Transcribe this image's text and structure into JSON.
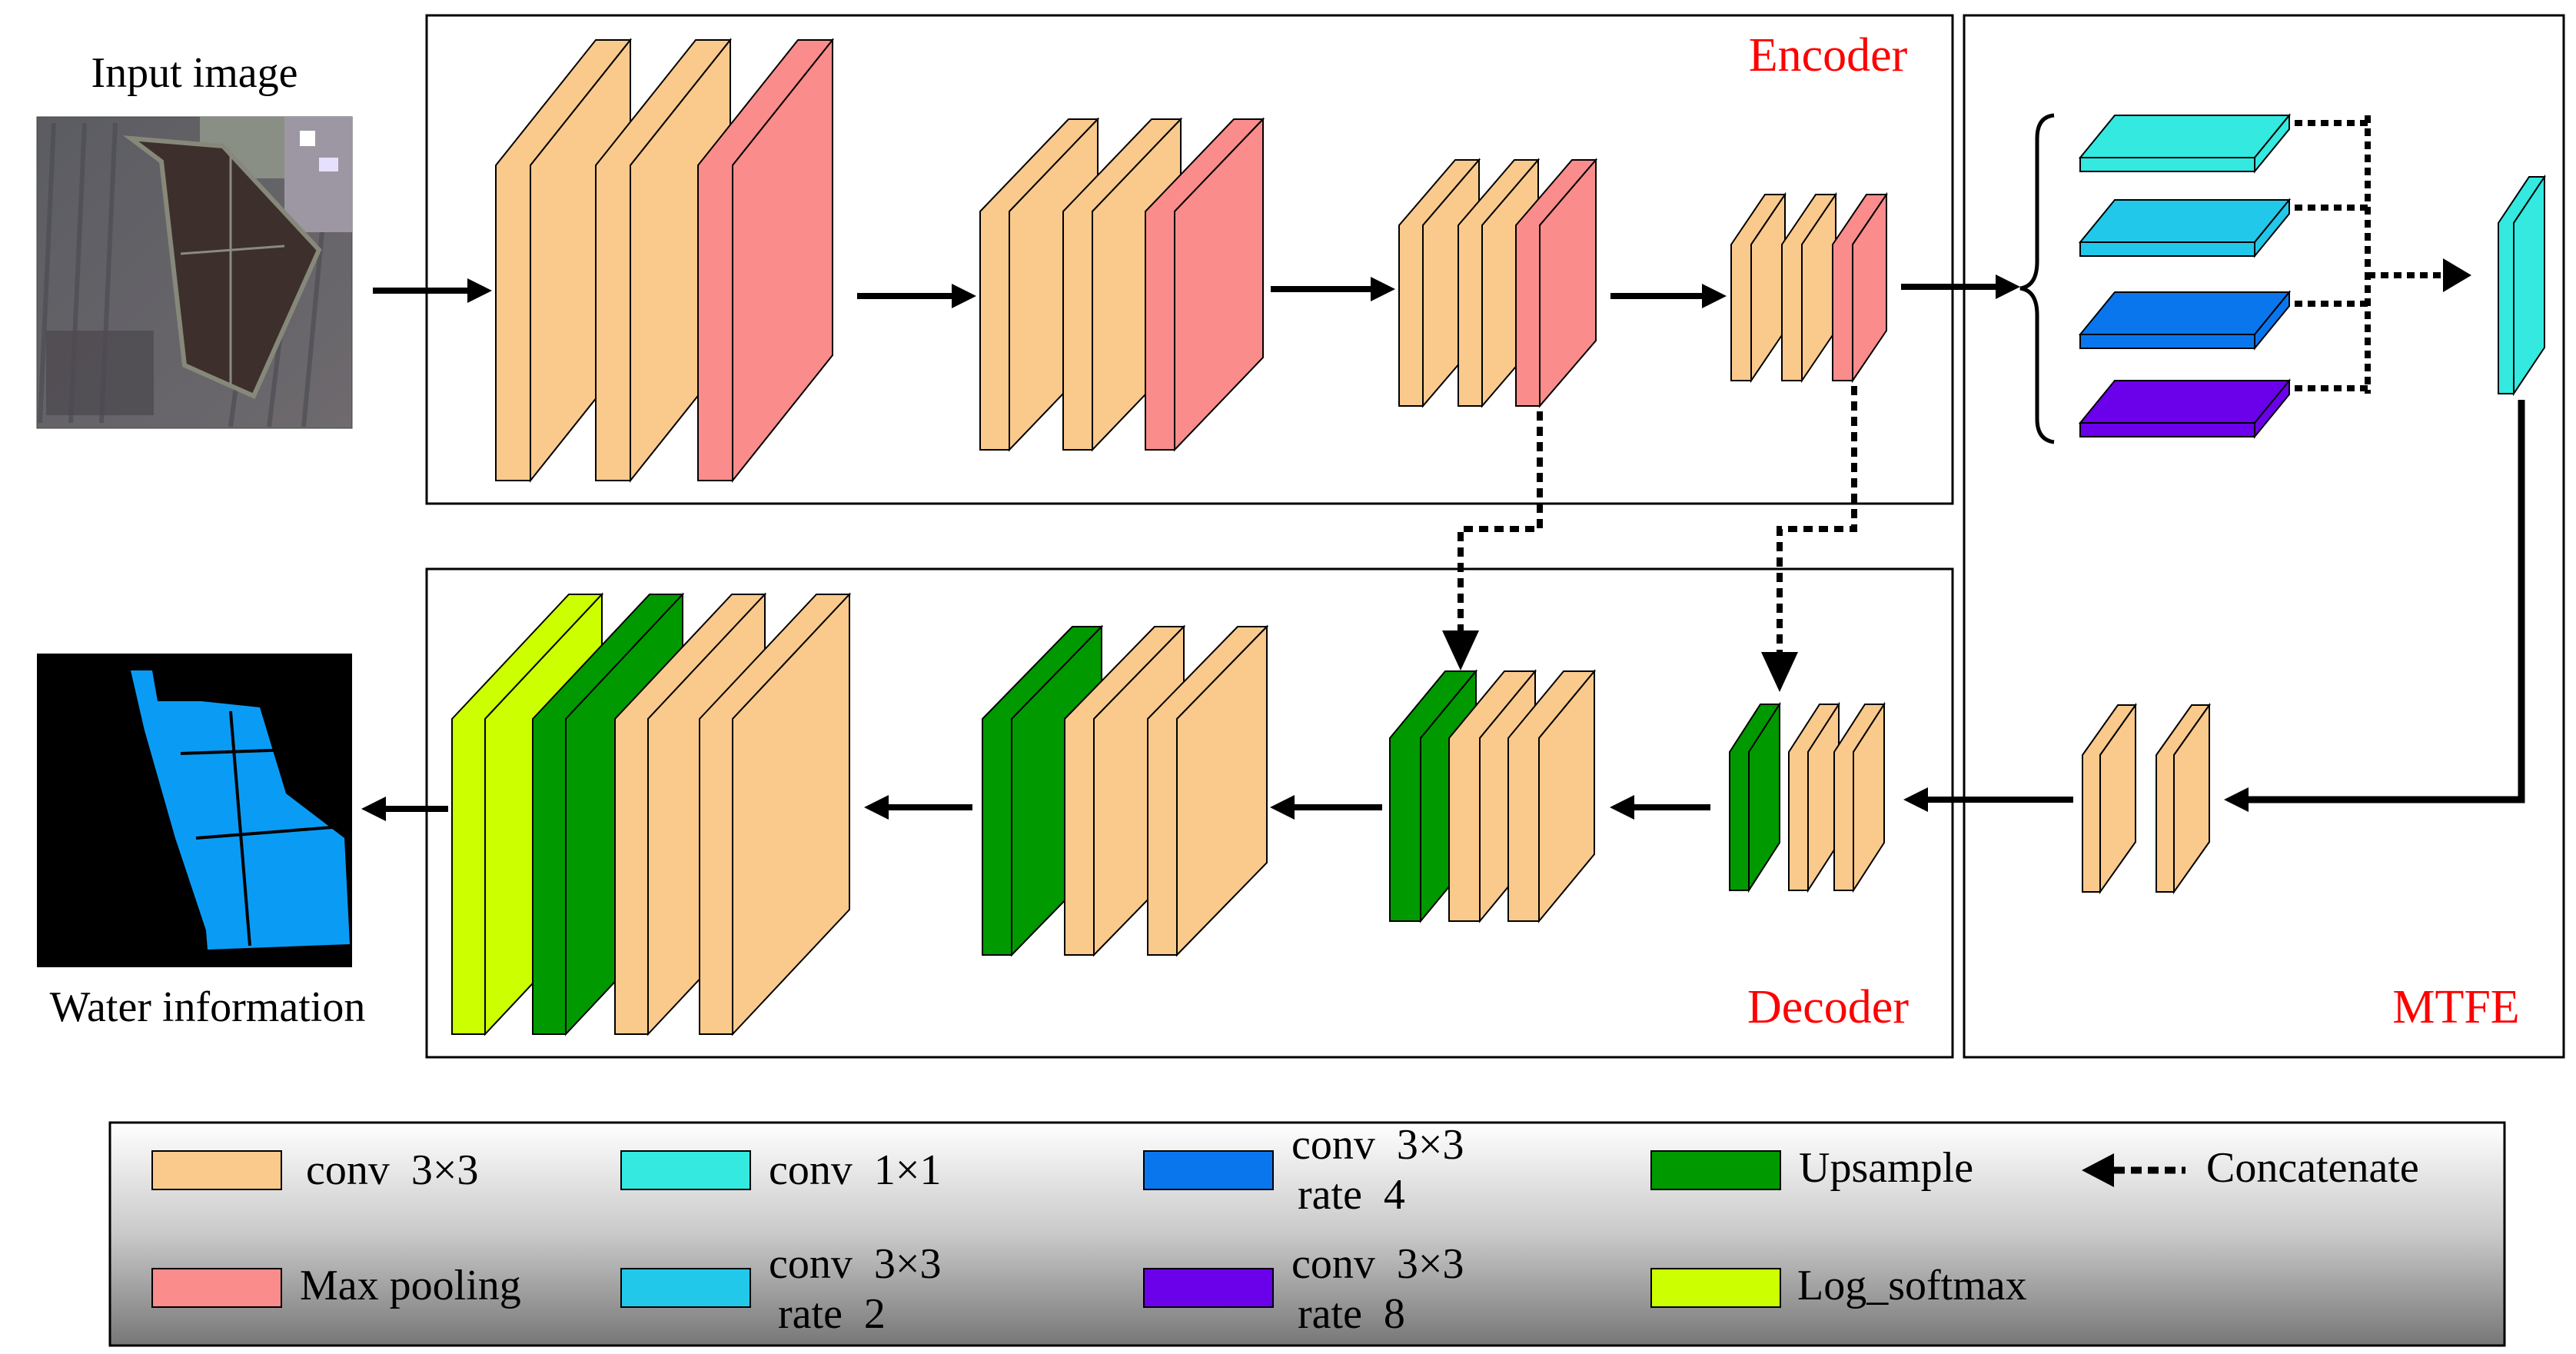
{
  "labels": {
    "input_image": "Input image",
    "output_image": "Water information",
    "encoder": "Encoder",
    "decoder": "Decoder",
    "mtfe": "MTFE"
  },
  "legend": {
    "items": [
      {
        "key": "conv3x3",
        "lines": [
          "conv  3×3"
        ],
        "color": "#fac98c"
      },
      {
        "key": "conv1x1",
        "lines": [
          "conv  1×1"
        ],
        "color": "#33e9e0"
      },
      {
        "key": "conv3x3_rate4",
        "lines": [
          "conv  3×3",
          "rate  4"
        ],
        "color": "#0a76ee"
      },
      {
        "key": "upsample",
        "lines": [
          "Upsample"
        ],
        "color": "#009900"
      },
      {
        "key": "concatenate",
        "lines": [
          "Concatenate"
        ],
        "color": "#000000"
      },
      {
        "key": "maxpool",
        "lines": [
          "Max pooling"
        ],
        "color": "#fa8c8c"
      },
      {
        "key": "conv3x3_rate2",
        "lines": [
          "conv  3×3",
          "rate  2"
        ],
        "color": "#22c8ea"
      },
      {
        "key": "conv3x3_rate8",
        "lines": [
          "conv  3×3",
          "rate  8"
        ],
        "color": "#6b00ea"
      },
      {
        "key": "logsoftmax",
        "lines": [
          "Log_softmax"
        ],
        "color": "#ccff00"
      }
    ]
  },
  "colors": {
    "label_red": "#ff0000",
    "conv3x3": "#fac98c",
    "maxpool": "#fa8c8c",
    "conv1x1": "#33e9e0",
    "rate2": "#22c8ea",
    "rate4": "#0a76ee",
    "rate8": "#6b00ea",
    "upsample": "#009900",
    "logsoftmax": "#ccff00",
    "water": "#0a9cf5"
  }
}
